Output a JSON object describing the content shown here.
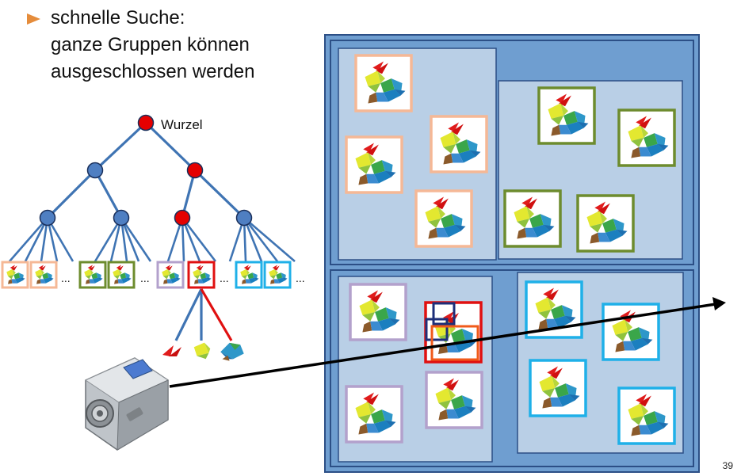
{
  "bullet": {
    "lines": [
      "schnelle Suche:",
      "ganze Gruppen können",
      "ausgeschlossen werden"
    ]
  },
  "tree": {
    "root_label": "Wurzel",
    "ellipsis": "..."
  },
  "colors": {
    "tree_line": "#3f74b3",
    "node_blue": "#4f7fc2",
    "node_red": "#e50000",
    "path_red": "#e01010",
    "frame_peach": "#f5b896",
    "frame_green": "#6d8c2e",
    "frame_lavender": "#b3a1cc",
    "frame_cyan": "#1fb0e8",
    "frame_red": "#e01010",
    "frame_navy": "#1d2f7a",
    "frame_orange": "#f05a1a",
    "outer_bg": "#6f9ed0",
    "inner_bg": "#b9cfe6",
    "border_dark": "#2c4f86",
    "ray": "#000000"
  },
  "page_number": "39"
}
